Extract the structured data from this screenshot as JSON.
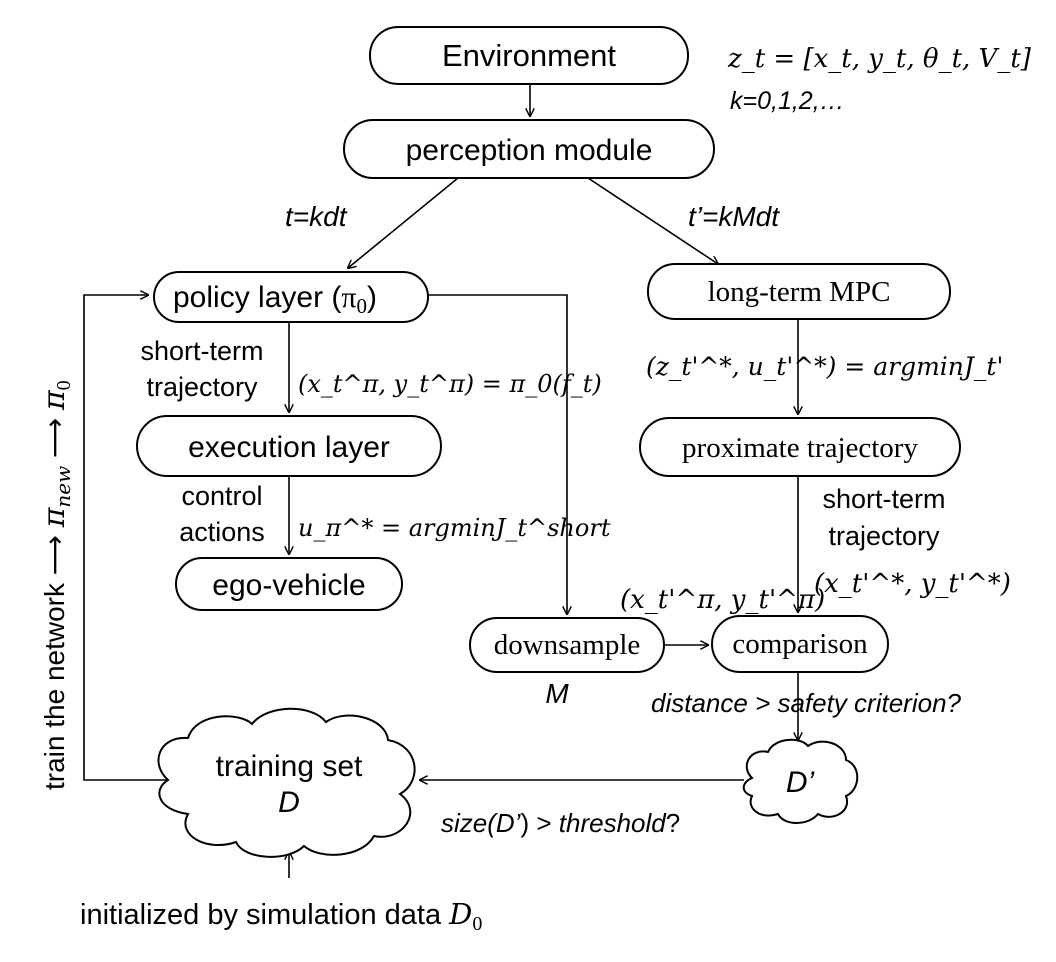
{
  "nodes": {
    "environment": "Environment",
    "perception": "perception module",
    "policy": "policy layer (",
    "policy_sym": "π",
    "policy_sub": "0",
    "policy_close": ")",
    "execution": "execution layer",
    "ego": "ego-vehicle",
    "mpc": "long-term MPC",
    "proximate": "proximate trajectory",
    "downsample": "downsample",
    "comparison": "comparison",
    "training_line1": "training set",
    "training_line2": "D",
    "dprime": "D’"
  },
  "labels": {
    "state_eq": "z_t = [x_t, y_t, θ_t, V_t]",
    "k_range": "k=0,1,2,…",
    "t_kdt": "t=kdt",
    "t_kmdt": "t’=kMdt",
    "short_term_1": "short-term",
    "short_term_2": "trajectory",
    "policy_eq": "(x_t^π, y_t^π) = π_0(f_t)",
    "control_1": "control",
    "control_2": "actions",
    "control_eq": "u_π^* = argminJ_t^short",
    "mpc_eq": "(z_t'^*, u_t'^*) = argminJ_t'",
    "short_term_r1": "short-term",
    "short_term_r2": "trajectory",
    "mpc_traj": "(x_t'^*, y_t'^*)",
    "down_traj": "(x_t'^π, y_t'^π)",
    "M": "M",
    "distance_q": "distance > safety criterion?",
    "size_q_pre": "size(",
    "size_q_d": "D’",
    "size_q_post": ") > ",
    "size_q_thr": "threshold",
    "size_q_mark": "?",
    "init_text": "initialized by simulation data ",
    "init_sym": "D",
    "init_sub": "0",
    "train_text": "train the network ⟶ ",
    "train_pi_new": "π",
    "train_new": "new",
    "train_arrow": " ⟶ ",
    "train_pi0": "π",
    "train_0": "0"
  }
}
